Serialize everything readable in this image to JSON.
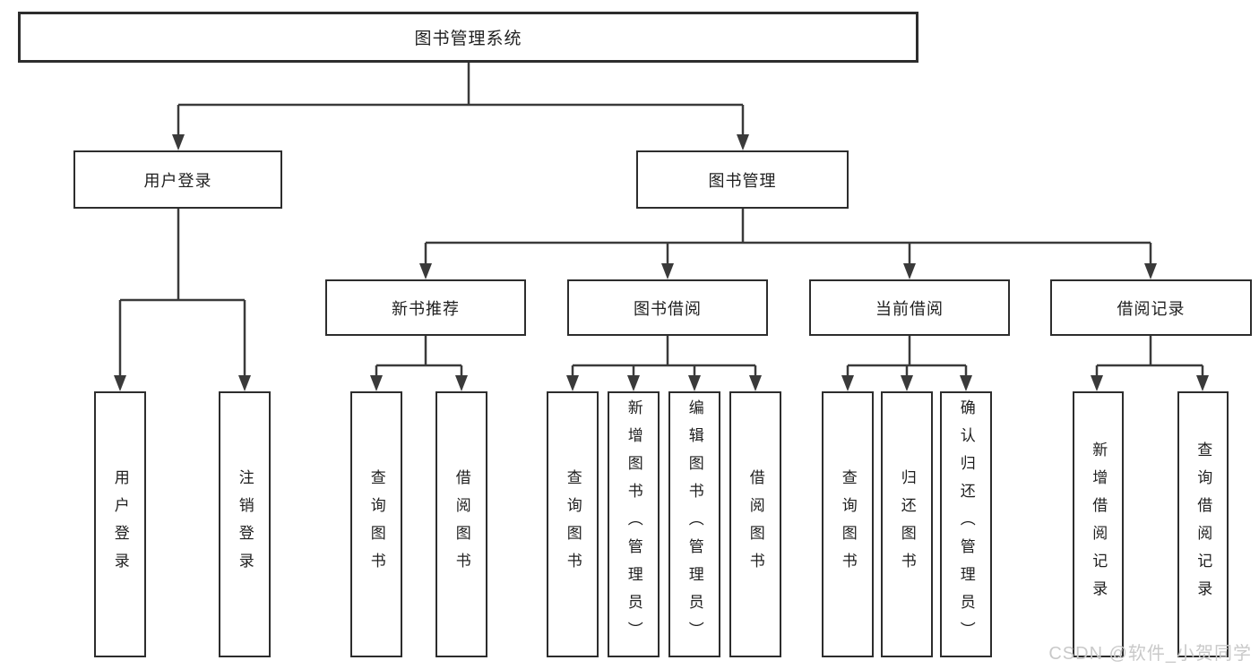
{
  "title": "图书管理系统",
  "tree": {
    "label": "图书管理系统",
    "children": [
      {
        "label": "用户登录",
        "children": [
          {
            "label": "用户登录"
          },
          {
            "label": "注销登录"
          }
        ]
      },
      {
        "label": "图书管理",
        "children": [
          {
            "label": "新书推荐",
            "children": [
              {
                "label": "查询图书"
              },
              {
                "label": "借阅图书"
              }
            ]
          },
          {
            "label": "图书借阅",
            "children": [
              {
                "label": "查询图书"
              },
              {
                "label": "新增图书（管理员）"
              },
              {
                "label": "编辑图书（管理员）"
              },
              {
                "label": "借阅图书"
              }
            ]
          },
          {
            "label": "当前借阅",
            "children": [
              {
                "label": "查询图书"
              },
              {
                "label": "归还图书"
              },
              {
                "label": "确认归还（管理员）"
              }
            ]
          },
          {
            "label": "借阅记录",
            "children": [
              {
                "label": "新增借阅记录"
              },
              {
                "label": "查询借阅记录"
              }
            ]
          }
        ]
      }
    ]
  },
  "watermark": "CSDN @软件_小贺同学",
  "colors": {
    "background": "#ffffff",
    "line": "#3a3a3a",
    "box_border": "#2d2d2d",
    "text": "#1f1f1f",
    "watermark": "#c9c9c9"
  }
}
